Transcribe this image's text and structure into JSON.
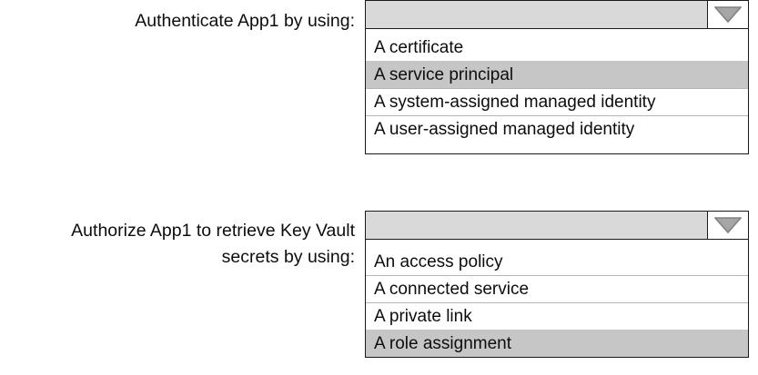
{
  "questions": [
    {
      "label": "Authenticate App1 by using:",
      "selected_value": "",
      "arrow_icon": "chevron-down-icon",
      "options": [
        {
          "text": "A certificate",
          "selected": false
        },
        {
          "text": "A service principal",
          "selected": true
        },
        {
          "text": "A system-assigned managed identity",
          "selected": false
        },
        {
          "text": "A user-assigned managed identity",
          "selected": false
        }
      ]
    },
    {
      "label": "Authorize App1 to retrieve Key Vault\nsecrets by using:",
      "selected_value": "",
      "arrow_icon": "chevron-down-icon",
      "options": [
        {
          "text": "An access policy",
          "selected": false
        },
        {
          "text": "A connected service",
          "selected": false
        },
        {
          "text": "A private link",
          "selected": false
        },
        {
          "text": "A role assignment",
          "selected": true
        }
      ]
    }
  ],
  "colors": {
    "header_fill": "#d9d9d9",
    "selected_fill": "#c6c6c6",
    "border": "#1a1a1a",
    "arrow_fill": "#a6a6a6",
    "arrow_stroke": "#7f7f7f"
  }
}
